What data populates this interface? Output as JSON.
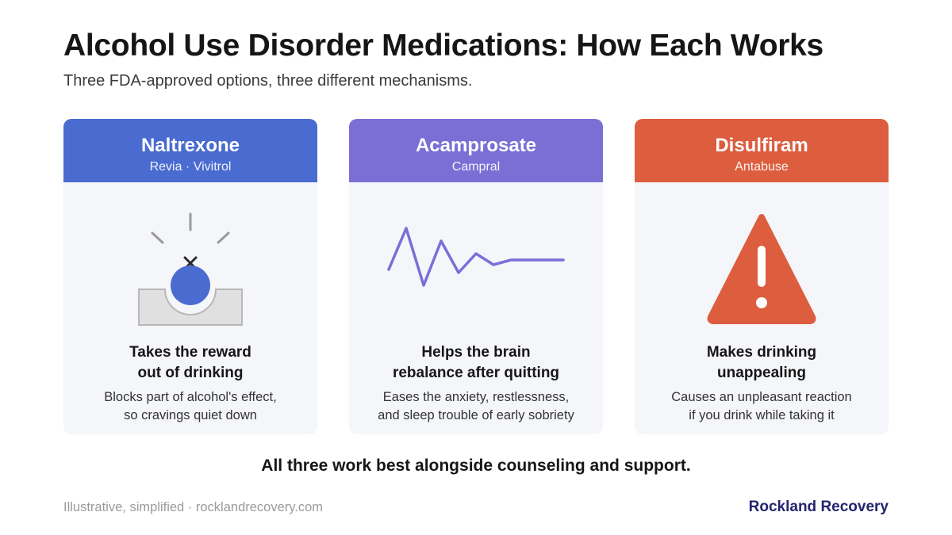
{
  "header": {
    "title": "Alcohol Use Disorder Medications: How Each Works",
    "subtitle": "Three FDA-approved options, three different mechanisms."
  },
  "colors": {
    "naltrexone": "#4a6bd0",
    "acamprosate": "#7b6fd6",
    "disulfiram": "#dd5d3f",
    "card_background": "#f5f6fa",
    "brand": "#23246e"
  },
  "cards": [
    {
      "name": "Naltrexone",
      "brands": "Revia · Vivitrol",
      "icon": "blocked-reward-icon",
      "headline": [
        "Takes the reward",
        "out of drinking"
      ],
      "description": [
        "Blocks part of alcohol's effect,",
        "so cravings quiet down"
      ]
    },
    {
      "name": "Acamprosate",
      "brands": "Campral",
      "icon": "settling-wave-icon",
      "headline": [
        "Helps the brain",
        "rebalance after quitting"
      ],
      "description": [
        "Eases the anxiety, restlessness,",
        "and sleep trouble of early sobriety"
      ]
    },
    {
      "name": "Disulfiram",
      "brands": "Antabuse",
      "icon": "warning-triangle-icon",
      "headline": [
        "Makes drinking",
        "unappealing"
      ],
      "description": [
        "Causes an unpleasant reaction",
        "if you drink while taking it"
      ]
    }
  ],
  "footer": {
    "message": "All three work best alongside counseling and support.",
    "source": "Illustrative, simplified · rocklandrecovery.com",
    "brand": "Rockland Recovery"
  }
}
